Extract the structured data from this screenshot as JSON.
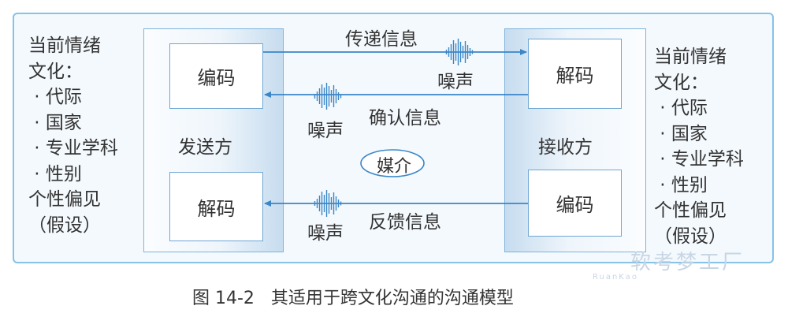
{
  "sender": {
    "culture": "当前情绪\n文化：\n · 代际\n · 国家\n · 专业学科\n · 性别\n个性偏见\n（假设）",
    "panel_label": "发送方",
    "encode": "编码",
    "decode": "解码"
  },
  "receiver": {
    "culture": "当前情绪\n文化：\n · 代际\n · 国家\n · 专业学科\n · 性别\n个性偏见\n（假设）",
    "panel_label": "接收方",
    "decode": "解码",
    "encode": "编码"
  },
  "messages": {
    "transmit": "传递信息",
    "confirm": "确认信息",
    "feedback": "反馈信息"
  },
  "noise": {
    "label": "噪声"
  },
  "medium": "媒介",
  "caption": "图 14-2   其适用于跨文化沟通的沟通模型",
  "watermark": {
    "text": "软考梦工厂",
    "sub": "RuanKao"
  },
  "colors": {
    "frame": "#86c3e6",
    "arrow": "#3a86c8",
    "noise": "#3a86c8"
  }
}
